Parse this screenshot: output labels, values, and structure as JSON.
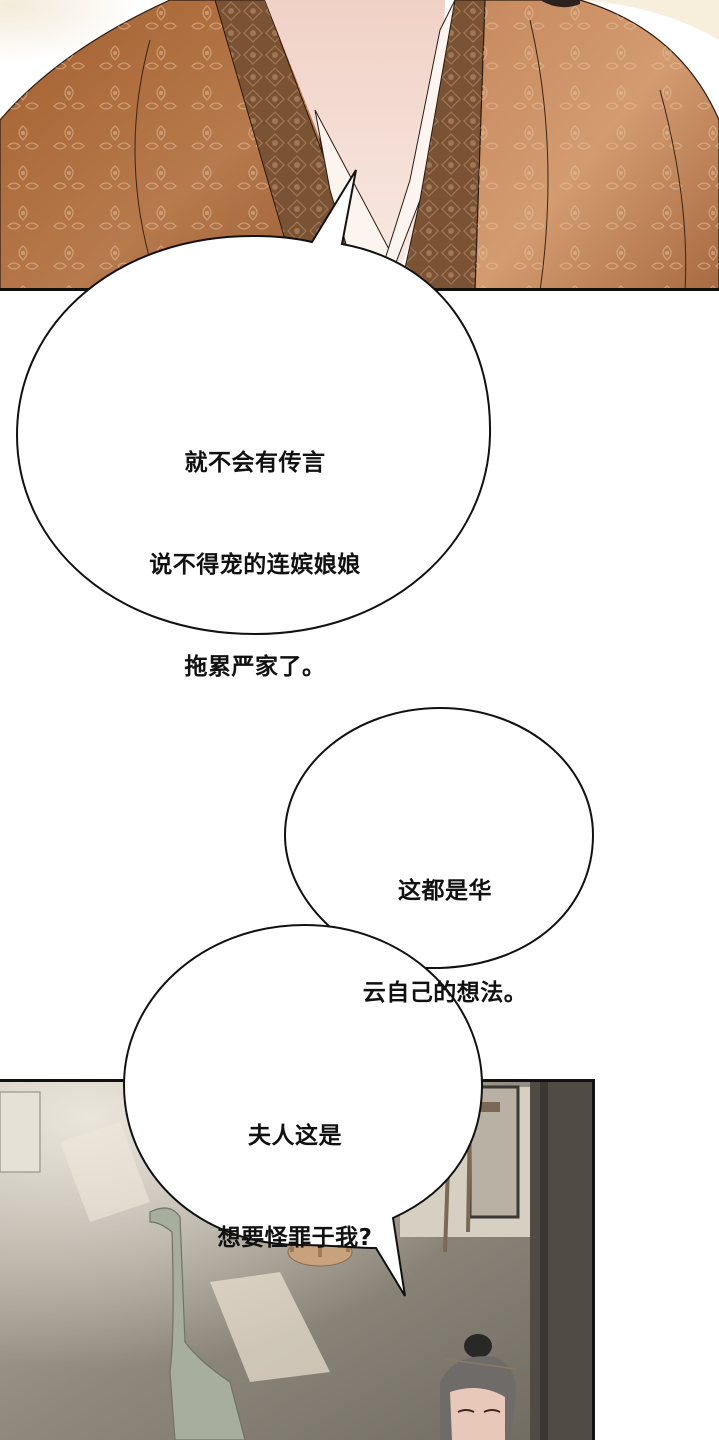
{
  "comic": {
    "panels": [
      {
        "id": "panel-1",
        "description": "close-up of robed figure in brown patterned brocade",
        "colors": {
          "robe": "#b06e40",
          "robe_shadow": "#8a4f2a",
          "collar_band": "#7a5234",
          "inner_collar": "#f6ede6",
          "skin": "#f0d3c8",
          "background_glow": "#f3ead9"
        }
      },
      {
        "id": "panel-2",
        "description": "interior room with grey floor, sunlight patches, crane statue, stool, and grey-haired man at bottom right",
        "colors": {
          "floor": "#8e887c",
          "floor_light": "#c9c1b0",
          "wall": "#d9d3c6",
          "door_dark": "#4a4640",
          "hair": "#6d6a68",
          "skin": "#e9c8b8"
        }
      }
    ],
    "bubbles": [
      {
        "id": "bubble-1",
        "lines": [
          "就不会有传言",
          "说不得宠的连嫔娘娘",
          "拖累严家了。"
        ]
      },
      {
        "id": "bubble-2",
        "lines": [
          "这都是华",
          "云自己的想法。"
        ]
      },
      {
        "id": "bubble-3",
        "lines": [
          "夫人这是",
          "想要怪罪于我?"
        ]
      }
    ]
  }
}
